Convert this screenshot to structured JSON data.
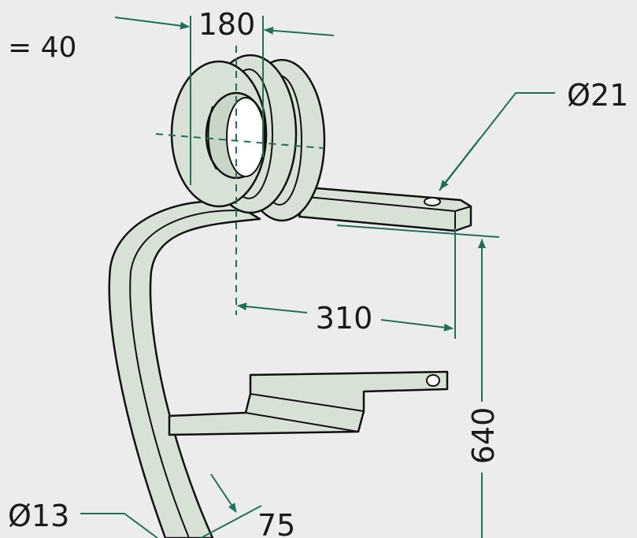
{
  "labels": {
    "width_top": "180",
    "hole_diameter": "Ø21",
    "prefix_value": "= 40",
    "horizontal_offset": "310",
    "height": "640",
    "wire_diameter": "Ø13",
    "tip_offset": "75"
  },
  "colors": {
    "background": "#ececec",
    "part_fill": "#d7e1d5",
    "part_stroke": "#111111",
    "dimension_line": "#1f6f5b",
    "text": "#1a1a1a"
  }
}
